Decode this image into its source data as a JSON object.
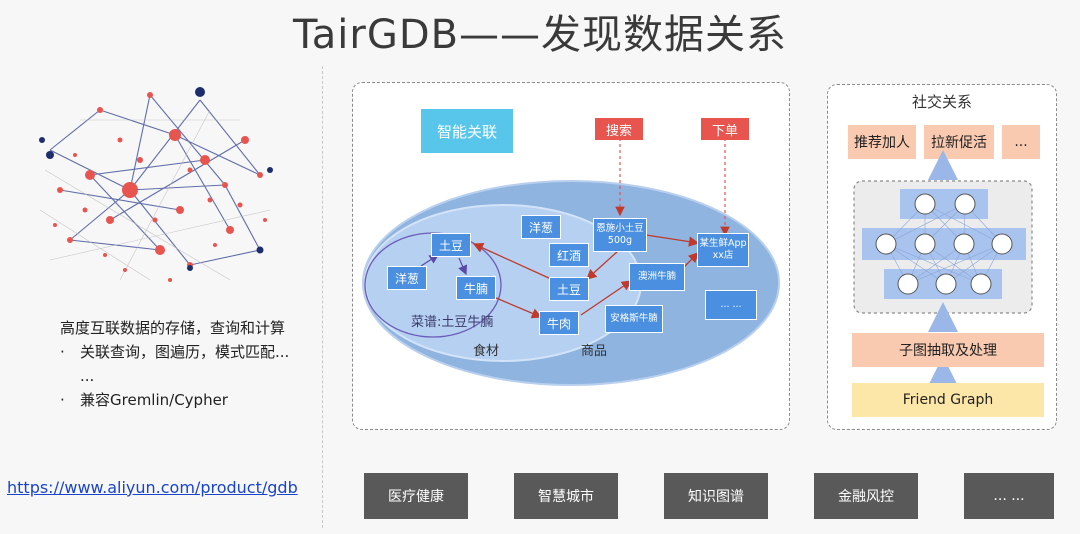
{
  "title": "TairGDB——发现数据关系",
  "left": {
    "description": "高度互联数据的存储，查询和计算",
    "bullets": [
      "关联查询，图遍历，模式匹配... ...",
      "兼容Gremlin/Cypher"
    ],
    "link": "https://www.aliyun.com/product/gdb"
  },
  "center": {
    "smart_link": "智能关联",
    "search": "搜索",
    "order": "下单",
    "nodes": {
      "potato": "土豆",
      "onion": "洋葱",
      "brisket": "牛腩",
      "onion2": "洋葱",
      "red_wine": "红酒",
      "potato2": "土豆",
      "beef": "牛肉",
      "enshi_potato": "恩施小土豆\n500g",
      "australia_brisket": "澳洲牛腩",
      "angus_brisket": "安格斯牛腩",
      "fresh_app": "某生鲜App\nxx店",
      "more": "... ..."
    },
    "recipe_label": "菜谱:土豆牛腩",
    "ingredients_label": "食材",
    "goods_label": "商品"
  },
  "right": {
    "title": "社交关系",
    "tags": [
      "推荐加人",
      "拉新促活",
      "..."
    ],
    "subgraph": "子图抽取及处理",
    "friend_graph": "Friend Graph"
  },
  "bottom": [
    "医疗健康",
    "智慧城市",
    "知识图谱",
    "金融风控",
    "... ..."
  ],
  "colors": {
    "red": "#e8554e",
    "blue_node": "#4a8fe0",
    "cyan": "#57c6ea",
    "orange": "#f9c9b0",
    "yellow": "#fde7a8",
    "dark_button": "#595959"
  }
}
